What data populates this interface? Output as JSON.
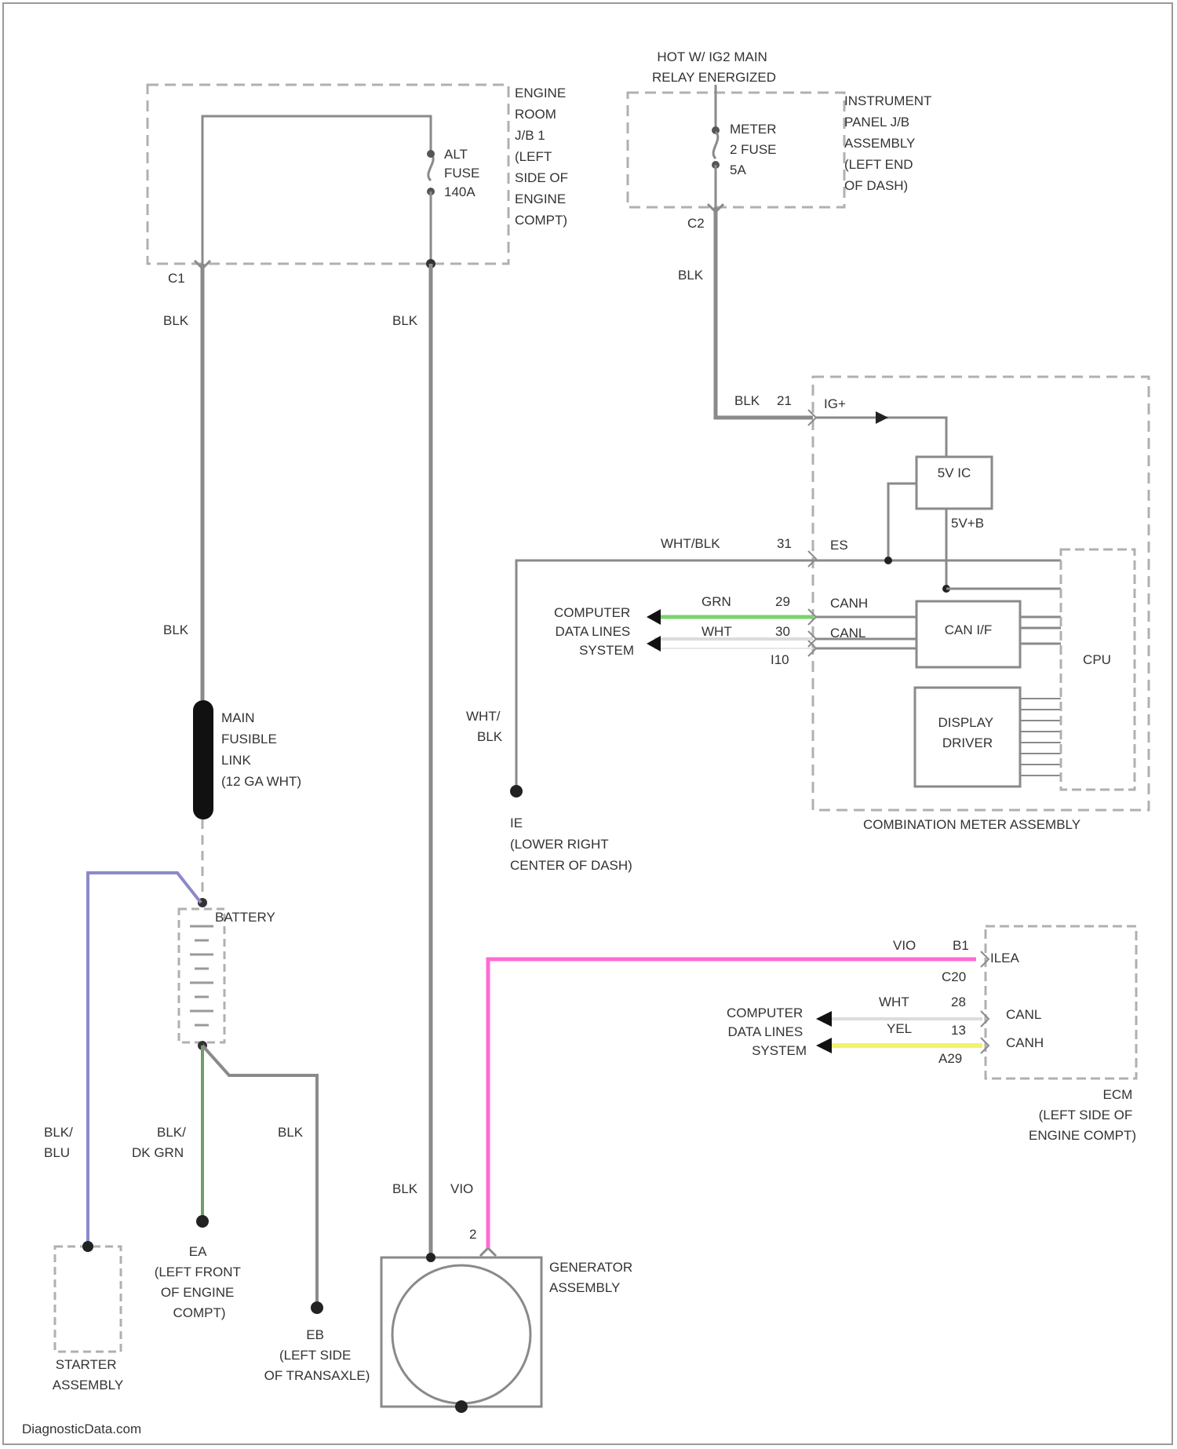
{
  "engine_room_jb": {
    "label_lines": [
      "ENGINE",
      "ROOM",
      "J/B 1",
      "(LEFT",
      "SIDE OF",
      "ENGINE",
      "COMPT)"
    ]
  },
  "alt_fuse": {
    "label_lines": [
      "ALT",
      "FUSE",
      "140A"
    ]
  },
  "connectors": {
    "c1": "C1",
    "c2": "C2"
  },
  "hot_label_lines": [
    "HOT W/ IG2 MAIN",
    "RELAY ENERGIZED"
  ],
  "meter_fuse": {
    "label_lines": [
      "METER",
      "2 FUSE",
      "5A"
    ]
  },
  "instrument_panel_jb": {
    "label_lines": [
      "INSTRUMENT",
      "PANEL J/B",
      "ASSEMBLY",
      "(LEFT END",
      "OF DASH)"
    ]
  },
  "wire_colors": {
    "blk": "BLK",
    "wht_blk": "WHT/BLK",
    "wht_blk_split": [
      "WHT/",
      "BLK"
    ],
    "grn": "GRN",
    "wht": "WHT",
    "vio": "VIO",
    "yel": "YEL",
    "blk_blu": [
      "BLK/",
      "BLU"
    ],
    "blk_dk_grn": [
      "BLK/",
      "DK GRN"
    ]
  },
  "pins": {
    "ig_pin": "21",
    "es_pin": "31",
    "canh_pin": "29",
    "canl_pin": "30",
    "i10_pin": "I10",
    "ecm_b1": "B1",
    "ecm_c20": "C20",
    "ecm_canl_pin": "28",
    "ecm_canh_pin": "13",
    "ecm_a29": "A29",
    "gen_pin": "2"
  },
  "combination_meter": {
    "ig_label": "IG+",
    "es_label": "ES",
    "canh_label": "CANH",
    "canl_label": "CANL",
    "five_v_ic": "5V IC",
    "five_v_b": "5V+B",
    "can_if": "CAN I/F",
    "cpu": "CPU",
    "display_driver": [
      "DISPLAY",
      "DRIVER"
    ],
    "assembly_label": "COMBINATION METER ASSEMBLY"
  },
  "computer_data_lines_1": [
    "COMPUTER",
    "DATA LINES",
    "SYSTEM"
  ],
  "computer_data_lines_2": [
    "COMPUTER",
    "DATA LINES",
    "SYSTEM"
  ],
  "ground_ie": [
    "IE",
    "(LOWER RIGHT",
    "CENTER OF DASH)"
  ],
  "fusible_link": [
    "MAIN",
    "FUSIBLE",
    "LINK",
    "(12 GA WHT)"
  ],
  "battery": "BATTERY",
  "ecm": {
    "pin_labels": [
      "ILEA",
      "CANL",
      "CANH"
    ],
    "label_lines": [
      "ECM",
      "(LEFT SIDE OF",
      "ENGINE COMPT)"
    ]
  },
  "ground_ea": [
    "EA",
    "(LEFT FRONT",
    "OF ENGINE",
    "COMPT)"
  ],
  "ground_eb": [
    "EB",
    "(LEFT SIDE",
    "OF TRANSAXLE)"
  ],
  "starter": [
    "STARTER",
    "ASSEMBLY"
  ],
  "generator": [
    "GENERATOR",
    "ASSEMBLY"
  ],
  "watermark": "DiagnosticData.com",
  "colors": {
    "wire": "#8a8a8a",
    "box_dash": "#b0b0b0",
    "grn": "#79d36b",
    "vio": "#ff6ad5",
    "yel": "#f3f36a",
    "blu": "#8c89c8",
    "dk_grn": "#6f9f6a",
    "wht": "#dcdcdc"
  }
}
